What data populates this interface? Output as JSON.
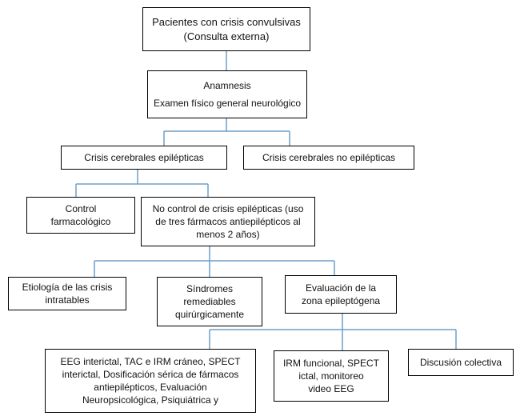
{
  "diagram": {
    "line_color": "#6f9fc8",
    "nodes": {
      "root": {
        "lines": [
          "Pacientes con crisis convulsivas",
          "(Consulta externa)"
        ]
      },
      "anamnesis": {
        "lines": [
          "Anamnesis",
          "Examen físico general neurológico"
        ]
      },
      "epilepticas": {
        "lines": [
          "Crisis cerebrales epilépticas"
        ]
      },
      "no_epilepticas": {
        "lines": [
          "Crisis cerebrales no epilépticas"
        ]
      },
      "control": {
        "lines": [
          "Control",
          "farmacológico"
        ]
      },
      "no_control": {
        "lines": [
          "No control de crisis epilépticas (uso",
          "de tres fármacos antiepilépticos al",
          "menos 2 años)"
        ]
      },
      "etiologia": {
        "lines": [
          "Etiología de las crisis",
          "intratables"
        ]
      },
      "sindromes": {
        "lines": [
          "Síndromes",
          "remediables",
          "quirúrgicamente"
        ]
      },
      "evaluacion": {
        "lines": [
          "Evaluación de la",
          "zona epileptógena"
        ]
      },
      "estudios": {
        "lines": [
          "EEG interictal, TAC e IRM cráneo, SPECT",
          "interictal, Dosificación sérica de fármacos",
          "antiepilépticos, Evaluación",
          "Neuropsicológica, Psiquiátrica y"
        ]
      },
      "irm": {
        "lines": [
          "IRM funcional, SPECT",
          "ictal, monitoreo",
          "video EEG"
        ]
      },
      "discusion": {
        "lines": [
          "Discusión colectiva"
        ]
      }
    }
  }
}
